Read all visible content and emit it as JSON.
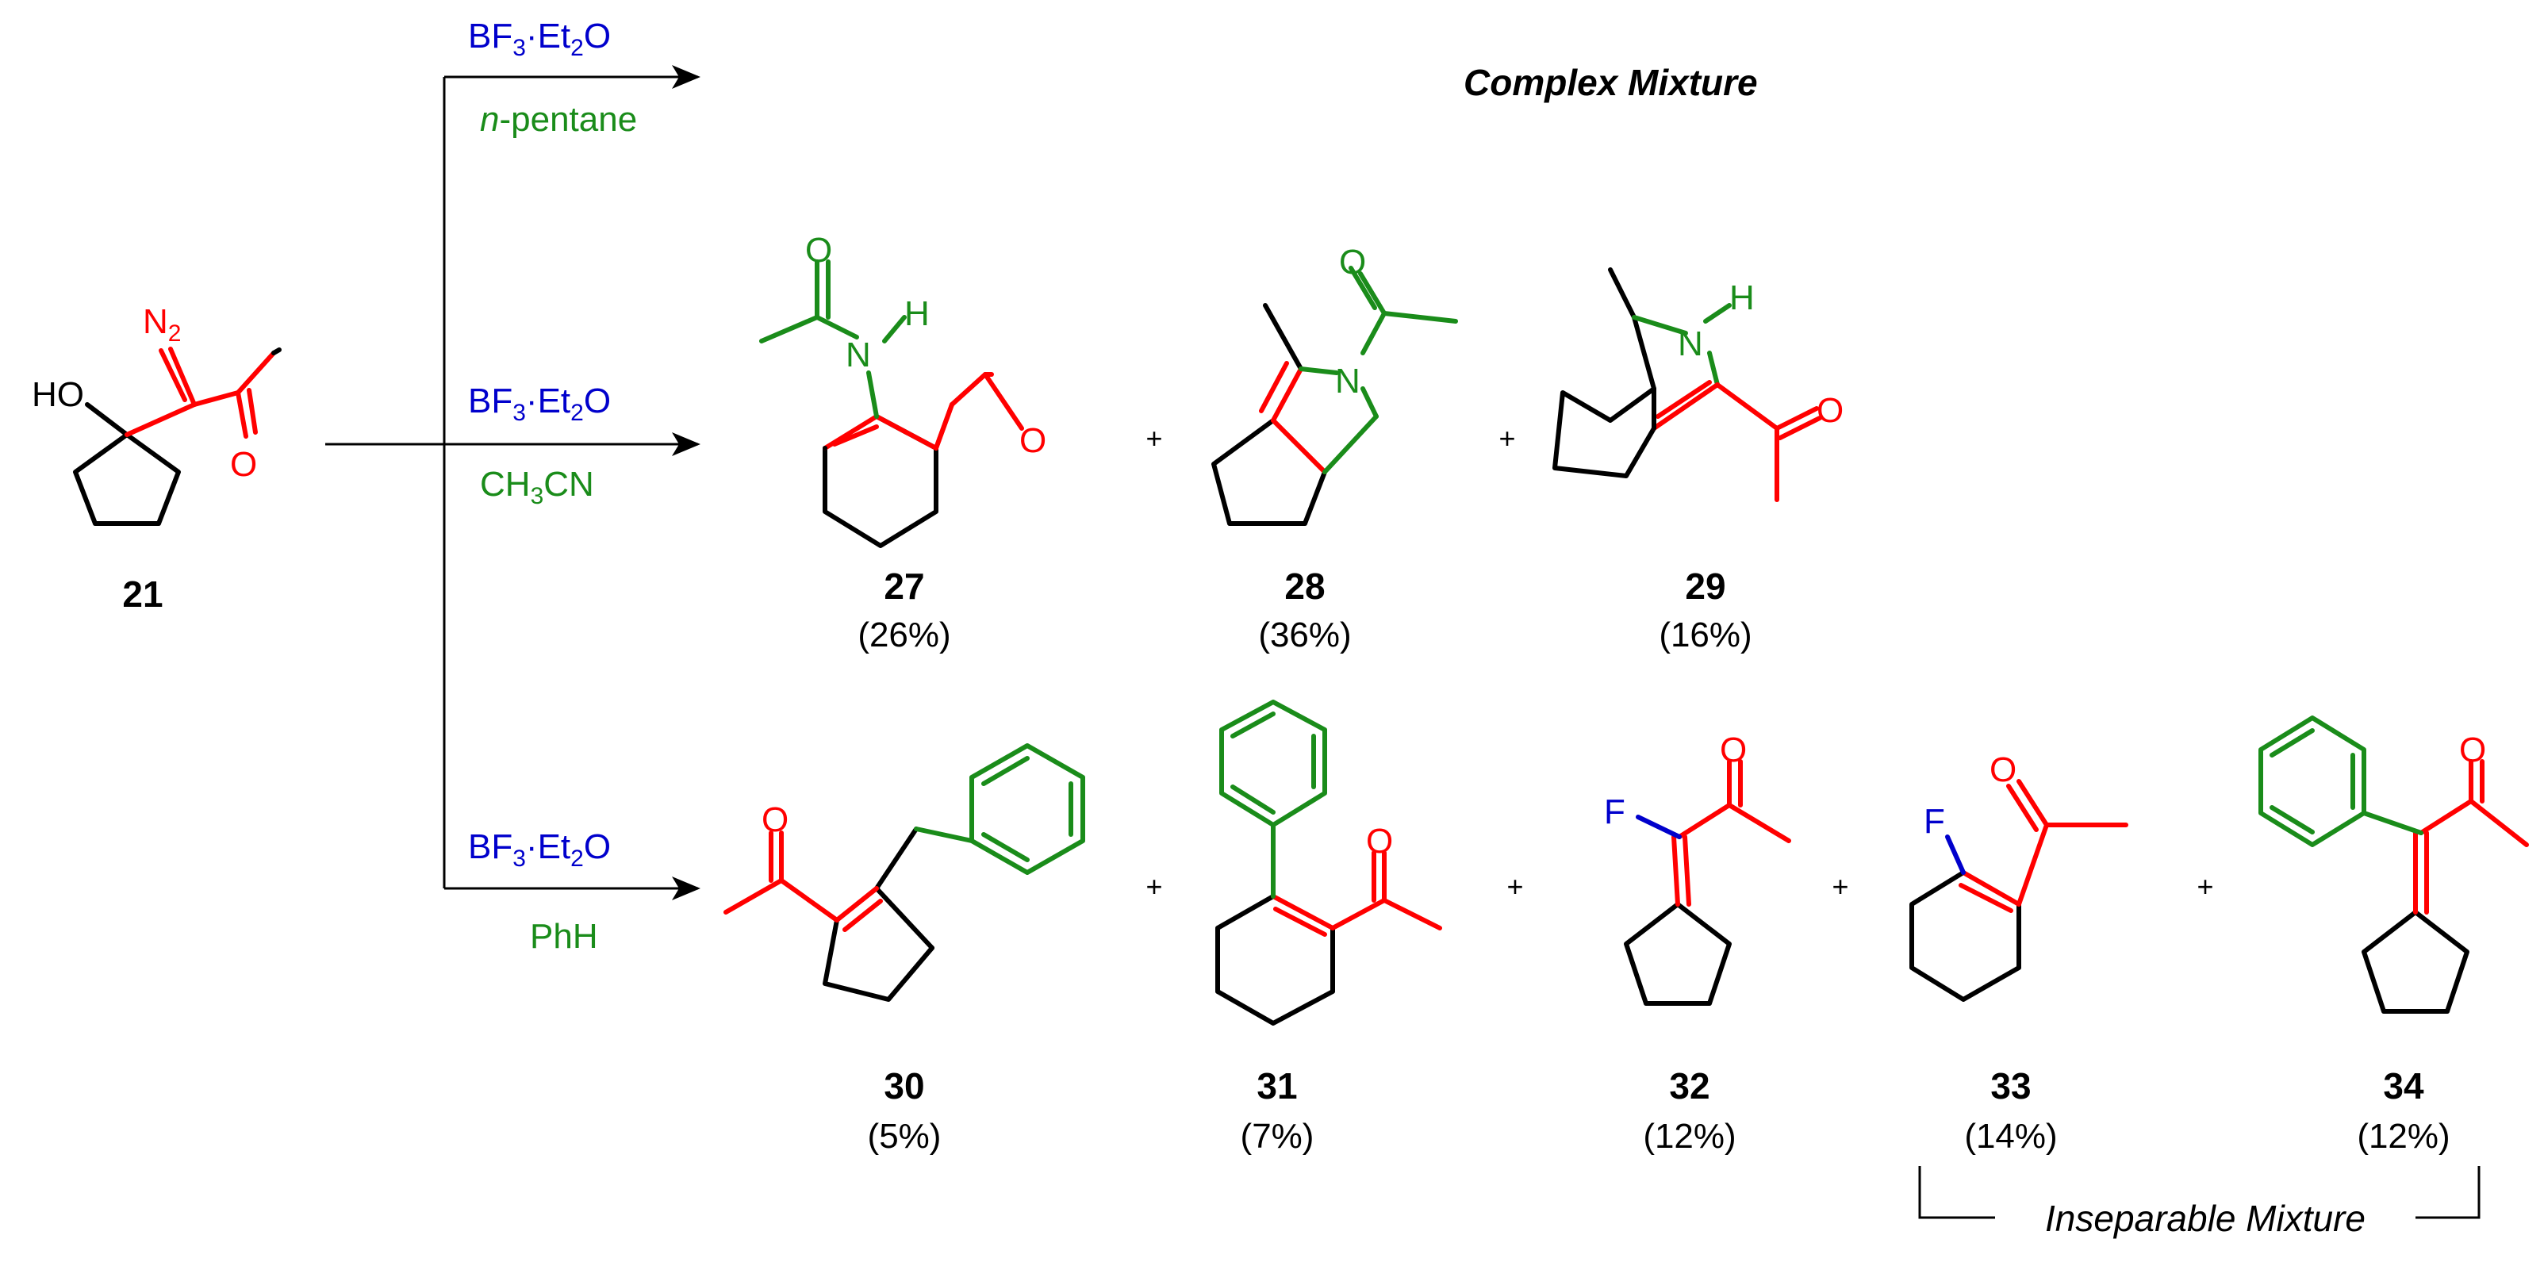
{
  "colors": {
    "black": "#000000",
    "red": "#ff0000",
    "green": "#1a8c1a",
    "blue": "#0000cc"
  },
  "scheme": {
    "title": "Complex Mixture",
    "starting_material": {
      "label": "21",
      "ho": "HO",
      "n": "N",
      "n_sub": "2",
      "o": "O"
    },
    "conditions": {
      "top": {
        "reagent_pre": "BF",
        "reagent_sub": "3",
        "reagent_post": "·Et",
        "reagent_sub2": "2",
        "reagent_end": "O",
        "solvent_italic": "n",
        "solvent_rest": "-pentane"
      },
      "middle": {
        "reagent_pre": "BF",
        "reagent_sub": "3",
        "reagent_post": "·Et",
        "reagent_sub2": "2",
        "reagent_end": "O",
        "solvent_pre": "CH",
        "solvent_sub": "3",
        "solvent_post": "CN"
      },
      "bottom": {
        "reagent_pre": "BF",
        "reagent_sub": "3",
        "reagent_post": "·Et",
        "reagent_sub2": "2",
        "reagent_end": "O",
        "solvent": "PhH"
      }
    },
    "atoms": {
      "O": "O",
      "N": "N",
      "H": "H",
      "F": "F"
    },
    "plus": "+",
    "products": [
      {
        "id": "27",
        "yield": "(26%)"
      },
      {
        "id": "28",
        "yield": "(36%)"
      },
      {
        "id": "29",
        "yield": "(16%)"
      },
      {
        "id": "30",
        "yield": "(5%)"
      },
      {
        "id": "31",
        "yield": "(7%)"
      },
      {
        "id": "32",
        "yield": "(12%)"
      },
      {
        "id": "33",
        "yield": "(14%)"
      },
      {
        "id": "34",
        "yield": "(12%)"
      }
    ],
    "bracket_label": "Inseparable Mixture"
  }
}
